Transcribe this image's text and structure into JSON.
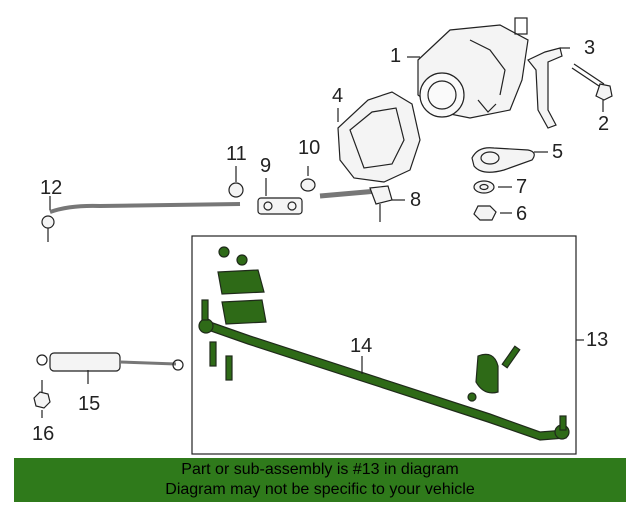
{
  "callouts": {
    "c1": "1",
    "c2": "2",
    "c3": "3",
    "c4": "4",
    "c5": "5",
    "c6": "6",
    "c7": "7",
    "c8": "8",
    "c9": "9",
    "c10": "10",
    "c11": "11",
    "c12": "12",
    "c13": "13",
    "c14": "14",
    "c15": "15",
    "c16": "16"
  },
  "banner": {
    "line1": "Part or sub-assembly is #13 in diagram",
    "line2": "Diagram may not be specific to your vehicle"
  },
  "colors": {
    "highlight": "#2e6a17",
    "banner_bg": "#2f7a1b",
    "line": "#222222"
  }
}
